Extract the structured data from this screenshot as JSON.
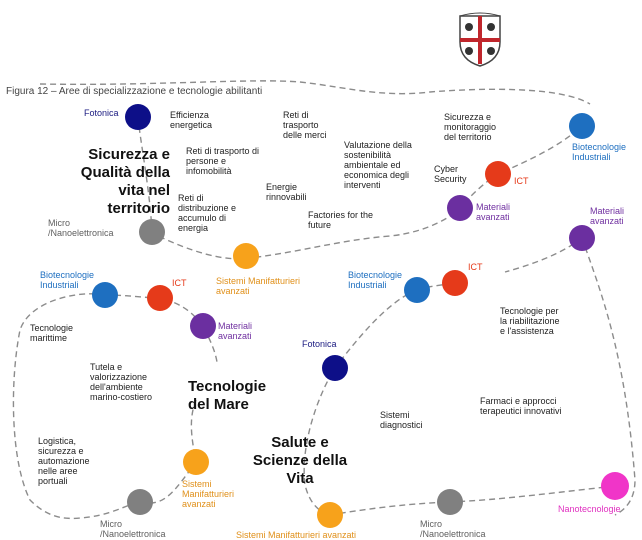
{
  "colors": {
    "navy": "#0d0f88",
    "blue": "#1e6fc0",
    "red": "#e53a1a",
    "purple": "#6b2fa0",
    "orange": "#f7a21b",
    "gray": "#808080",
    "magenta": "#f035c8",
    "label_blue": "#1e6fc0",
    "label_red": "#e53a1a",
    "label_purple": "#7030a0",
    "label_orange": "#e0901a",
    "label_gray": "#606060",
    "label_navy": "#1a1a80",
    "label_magenta": "#e030c0",
    "dash": "#8c8c8c"
  },
  "figure_caption": "Figura 12 – Aree di specializzazione e tecnologie abilitanti",
  "emblem": {
    "icon": "sardinia-coat-of-arms-icon"
  },
  "areas": {
    "sicurezza": "Sicurezza e\nQualità della\nvita nel\nterritorio",
    "mare": "Tecnologie\ndel Mare",
    "salute": "Salute e\nScienze della\nVita"
  },
  "nodes": [
    {
      "id": "fotonica-top",
      "kind": "navy",
      "label": "Fotonica"
    },
    {
      "id": "biotec-top-right",
      "kind": "blue",
      "label": "Biotecnologie\nIndustriali"
    },
    {
      "id": "ict-top",
      "kind": "red",
      "label": "ICT"
    },
    {
      "id": "materiali-top",
      "kind": "purple",
      "label": "Materiali\navanzati"
    },
    {
      "id": "micro-top",
      "kind": "gray",
      "label": "Micro\n/Nanoelettronica"
    },
    {
      "id": "sistemi-top",
      "kind": "orange",
      "label": "Sistemi Manifatturieri\navanzati"
    },
    {
      "id": "materiali-right",
      "kind": "purple",
      "label": "Materiali\navanzati"
    },
    {
      "id": "biotec-left",
      "kind": "blue",
      "label": "Biotecnologie\nIndustriali"
    },
    {
      "id": "ict-left",
      "kind": "red",
      "label": "ICT"
    },
    {
      "id": "materiali-left",
      "kind": "purple",
      "label": "Materiali\navanzati"
    },
    {
      "id": "biotec-mid",
      "kind": "blue",
      "label": "Biotecnologie\nIndustriali"
    },
    {
      "id": "ict-mid",
      "kind": "red",
      "label": "ICT"
    },
    {
      "id": "fotonica-mid",
      "kind": "navy",
      "label": "Fotonica"
    },
    {
      "id": "sistemi-left",
      "kind": "orange",
      "label": "Sistemi\nManifatturieri\navanzati"
    },
    {
      "id": "micro-bottom-left",
      "kind": "gray",
      "label": "Micro\n/Nanoelettronica"
    },
    {
      "id": "sistemi-bottom",
      "kind": "orange",
      "label": "Sistemi Manifatturieri avanzati"
    },
    {
      "id": "micro-bottom-right",
      "kind": "gray",
      "label": "Micro\n/Nanoelettronica"
    },
    {
      "id": "nanotec",
      "kind": "magenta",
      "label": "Nanotecnologie"
    }
  ],
  "texts": {
    "efficienza": "Efficienza\nenergetica",
    "reti_persone": "Reti di trasporto di\npersone e\ninfomobilità",
    "reti_distribuzione": "Reti di\ndistribuzione e\naccumulo di\nenergia",
    "reti_merci": "Reti di\ntrasporto\ndelle merci",
    "energie": "Energie\nrinnovabili",
    "valutazione": "Valutazione della\nsostenibilità\nambientale ed\neconomica degli\ninterventi",
    "factories": "Factories for the\nfuture",
    "sicurezza_monit": "Sicurezza e\nmonitoraggio\ndel territorio",
    "cyber": "Cyber\nSecurity",
    "tec_marittime": "Tecnologie\nmarittime",
    "tutela": "Tutela e\nvalorizzazione\ndell'ambiente\nmarino-costiero",
    "logistica": "Logistica,\nsicurezza e\nautomazione\nnelle aree\nportuali",
    "tec_riabilitazione": "Tecnologie per\nla riabilitazione\ne l'assistenza",
    "farmaci": "Farmaci e approcci\nterapeutici innovativi",
    "sistemi_diag": "Sistemi\ndiagnostici"
  }
}
